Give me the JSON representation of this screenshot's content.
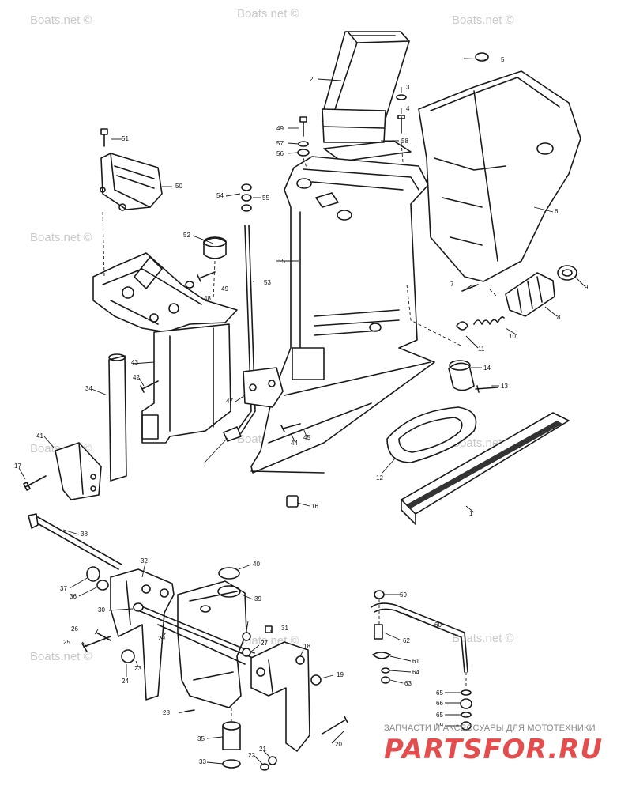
{
  "watermark": "Boats.net ©",
  "callouts": [
    "1",
    "2",
    "3",
    "4",
    "5",
    "6",
    "7",
    "8",
    "9",
    "10",
    "11",
    "12",
    "13",
    "14",
    "15",
    "16",
    "17",
    "18",
    "19",
    "20",
    "21",
    "22",
    "23",
    "24",
    "25",
    "26",
    "27",
    "28",
    "29",
    "30",
    "31",
    "32",
    "33",
    "34",
    "35",
    "36",
    "37",
    "38",
    "39",
    "40",
    "41",
    "42",
    "43",
    "44",
    "45",
    "47",
    "48",
    "49",
    "50",
    "51",
    "52",
    "53",
    "54",
    "55",
    "56",
    "57",
    "58",
    "59",
    "60",
    "61",
    "62",
    "63",
    "64",
    "65",
    "66"
  ],
  "footer": {
    "caption": "ЗАПЧАСТИ И АКСЕССУАРЫ ДЛЯ МОТОТЕХНИКИ",
    "logo": "PARTSFOR.RU"
  }
}
